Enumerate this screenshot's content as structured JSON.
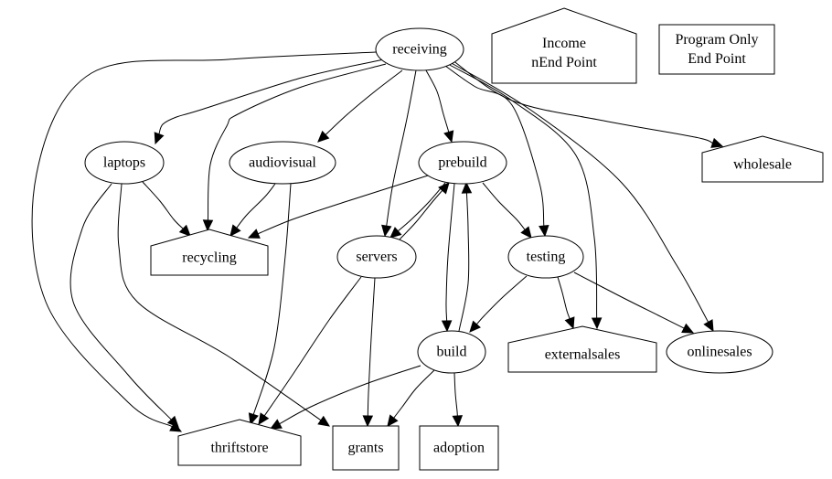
{
  "diagram": {
    "type": "directed-graph",
    "legend": [
      {
        "id": "legend-income",
        "shape": "house",
        "lines": [
          "Income",
          "nEnd Point"
        ]
      },
      {
        "id": "legend-program",
        "shape": "box",
        "lines": [
          "Program Only",
          "End Point"
        ]
      }
    ],
    "nodes": [
      {
        "id": "receiving",
        "label": "receiving",
        "shape": "ellipse"
      },
      {
        "id": "laptops",
        "label": "laptops",
        "shape": "ellipse"
      },
      {
        "id": "audiovisual",
        "label": "audiovisual",
        "shape": "ellipse"
      },
      {
        "id": "prebuild",
        "label": "prebuild",
        "shape": "ellipse"
      },
      {
        "id": "wholesale",
        "label": "wholesale",
        "shape": "house"
      },
      {
        "id": "recycling",
        "label": "recycling",
        "shape": "house"
      },
      {
        "id": "servers",
        "label": "servers",
        "shape": "ellipse"
      },
      {
        "id": "testing",
        "label": "testing",
        "shape": "ellipse"
      },
      {
        "id": "build",
        "label": "build",
        "shape": "ellipse"
      },
      {
        "id": "externalsales",
        "label": "externalsales",
        "shape": "house"
      },
      {
        "id": "onlinesales",
        "label": "onlinesales",
        "shape": "ellipse"
      },
      {
        "id": "thriftstore",
        "label": "thriftstore",
        "shape": "house"
      },
      {
        "id": "grants",
        "label": "grants",
        "shape": "box"
      },
      {
        "id": "adoption",
        "label": "adoption",
        "shape": "box"
      }
    ],
    "edges": [
      [
        "receiving",
        "laptops"
      ],
      [
        "receiving",
        "recycling"
      ],
      [
        "receiving",
        "audiovisual"
      ],
      [
        "receiving",
        "servers"
      ],
      [
        "receiving",
        "prebuild"
      ],
      [
        "receiving",
        "testing"
      ],
      [
        "receiving",
        "externalsales"
      ],
      [
        "receiving",
        "onlinesales"
      ],
      [
        "receiving",
        "wholesale"
      ],
      [
        "receiving",
        "thriftstore"
      ],
      [
        "laptops",
        "recycling"
      ],
      [
        "laptops",
        "thriftstore"
      ],
      [
        "laptops",
        "grants"
      ],
      [
        "audiovisual",
        "recycling"
      ],
      [
        "audiovisual",
        "thriftstore"
      ],
      [
        "prebuild",
        "recycling"
      ],
      [
        "prebuild",
        "servers"
      ],
      [
        "prebuild",
        "testing"
      ],
      [
        "prebuild",
        "build"
      ],
      [
        "servers",
        "prebuild"
      ],
      [
        "servers",
        "thriftstore"
      ],
      [
        "servers",
        "grants"
      ],
      [
        "testing",
        "build"
      ],
      [
        "testing",
        "externalsales"
      ],
      [
        "testing",
        "onlinesales"
      ],
      [
        "build",
        "prebuild"
      ],
      [
        "build",
        "thriftstore"
      ],
      [
        "build",
        "grants"
      ],
      [
        "build",
        "adoption"
      ]
    ]
  }
}
